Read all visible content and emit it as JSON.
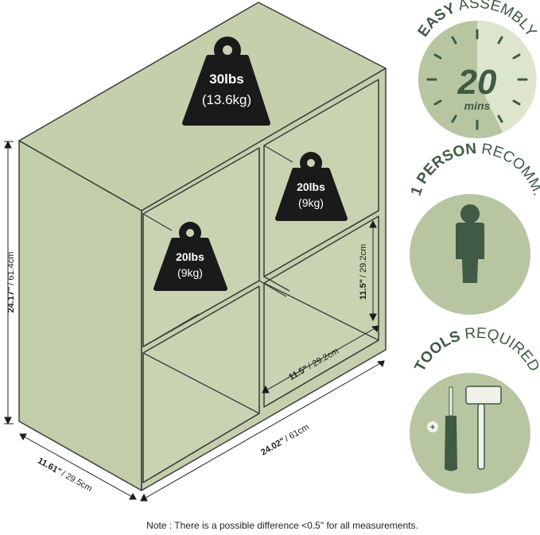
{
  "weights": {
    "top": {
      "value": "30lbs",
      "metric": "(13.6kg)"
    },
    "cube_upper_right": {
      "value": "20lbs",
      "metric": "(9kg)"
    },
    "cube_middle_left": {
      "value": "20lbs",
      "metric": "(9kg)"
    }
  },
  "dimensions": {
    "height_in": "24.17\"",
    "height_cm": "/ 61.4cm",
    "depth_in": "11.61\"",
    "depth_cm": "/ 29.5cm",
    "width_in": "24.02\"",
    "width_cm": "/ 61cm",
    "cube_width_in": "11.5\"",
    "cube_width_cm": "/ 29.2cm",
    "cube_height_in": "11.5\"",
    "cube_height_cm": "/ 29.2cm"
  },
  "badges": {
    "assembly": {
      "bold": "EASY",
      "rest": " ASSEMBLY",
      "number": "20",
      "unit": "mins"
    },
    "person": {
      "bold": "1 PERSON",
      "rest": " RECOMM."
    },
    "tools": {
      "bold": "TOOLS",
      "rest": " REQUIRED"
    }
  },
  "colors": {
    "cabinet": "#c4cfac",
    "cabinet_outline": "#3b3b3b",
    "badge_circle": "#b7c5a1",
    "badge_dark": "#3f5a45",
    "badge_light": "#dde6cc",
    "weight_fill": "#1a1a1a"
  },
  "note": "Note : There is a possible difference <0.5\" for all measurements."
}
